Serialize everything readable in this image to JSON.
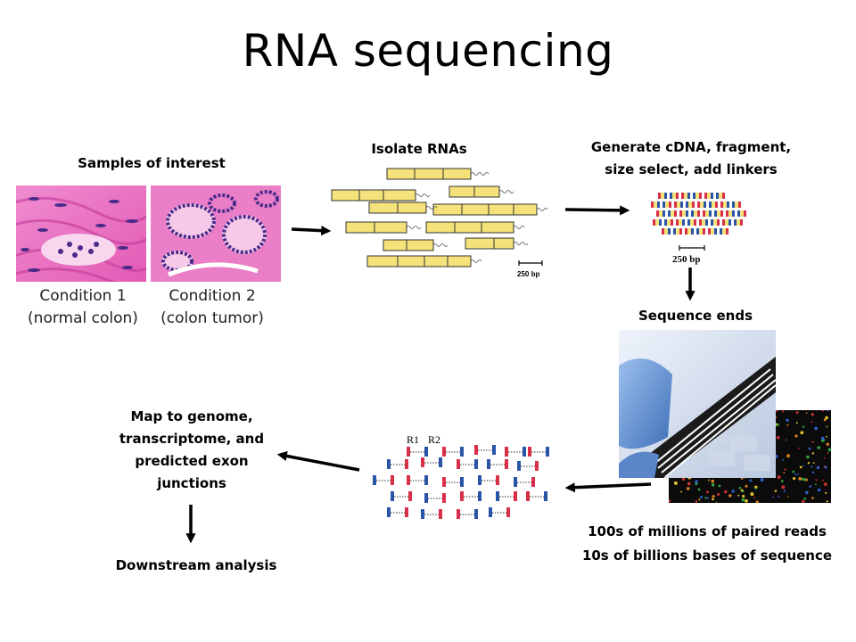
{
  "title": "RNA sequencing",
  "steps": {
    "samples": "Samples of interest",
    "isolate": "Isolate RNAs",
    "generate_line1": "Generate cDNA, fragment,",
    "generate_line2": "size select, add linkers",
    "sequence": "Sequence ends",
    "map_line1": "Map to genome,",
    "map_line2": "transcriptome, and",
    "map_line3": "predicted exon",
    "map_line4": "junctions",
    "downstream": "Downstream analysis",
    "reads_line1": "100s of millions of paired reads",
    "reads_line2": "10s of billions bases of sequence"
  },
  "conditions": [
    {
      "name": "Condition 1",
      "desc": "(normal colon)"
    },
    {
      "name": "Condition 2",
      "desc": "(colon tumor)"
    }
  ],
  "scale_labels": {
    "rna": "250 bp",
    "cdna": "250 bp"
  },
  "read_labels": {
    "r1": "R1",
    "r2": "R2"
  },
  "colors": {
    "tissue_pink": "#e86cc0",
    "tissue_purple": "#4a2a8a",
    "rna_fill": "#f5e27a",
    "read_red": "#d9304a",
    "read_blue": "#2a54a8"
  }
}
